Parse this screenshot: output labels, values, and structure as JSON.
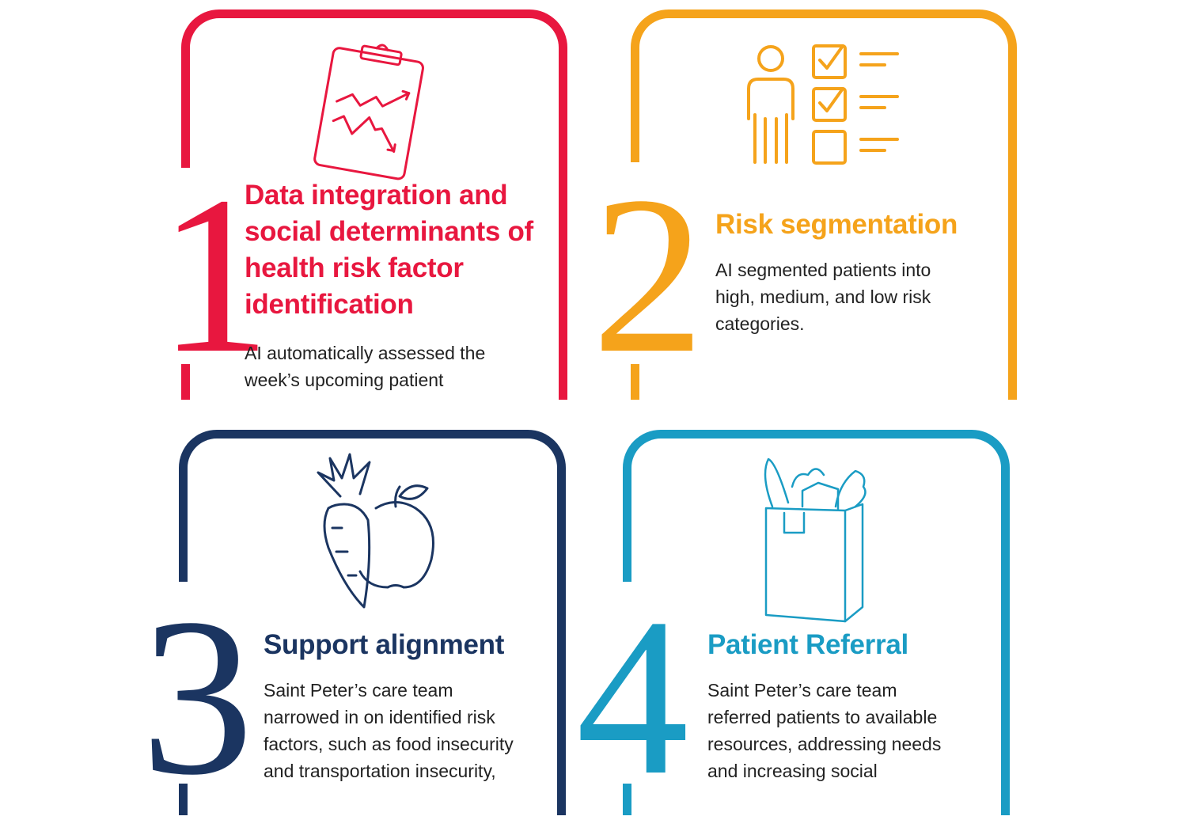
{
  "colors": {
    "step1": "#e8173f",
    "step2": "#f5a31b",
    "step3": "#1b3561",
    "step4": "#1a9cc4"
  },
  "steps": [
    {
      "number": "1",
      "title": "Data integration and social determinants of health risk factor identification",
      "body": "AI automatically assessed the week’s upcoming patient",
      "icon": "clipboard-chart-icon"
    },
    {
      "number": "2",
      "title": "Risk segmentation",
      "body": "AI segmented patients into high, medium, and low risk categories.",
      "icon": "person-checklist-icon"
    },
    {
      "number": "3",
      "title": "Support alignment",
      "body": "Saint Peter’s care team narrowed in on identified risk factors, such as food insecurity and transportation insecurity,",
      "icon": "carrot-apple-icon"
    },
    {
      "number": "4",
      "title": "Patient Referral",
      "body": "Saint Peter’s care team referred patients to available resources, addressing needs and increasing social",
      "icon": "grocery-bag-icon"
    }
  ]
}
